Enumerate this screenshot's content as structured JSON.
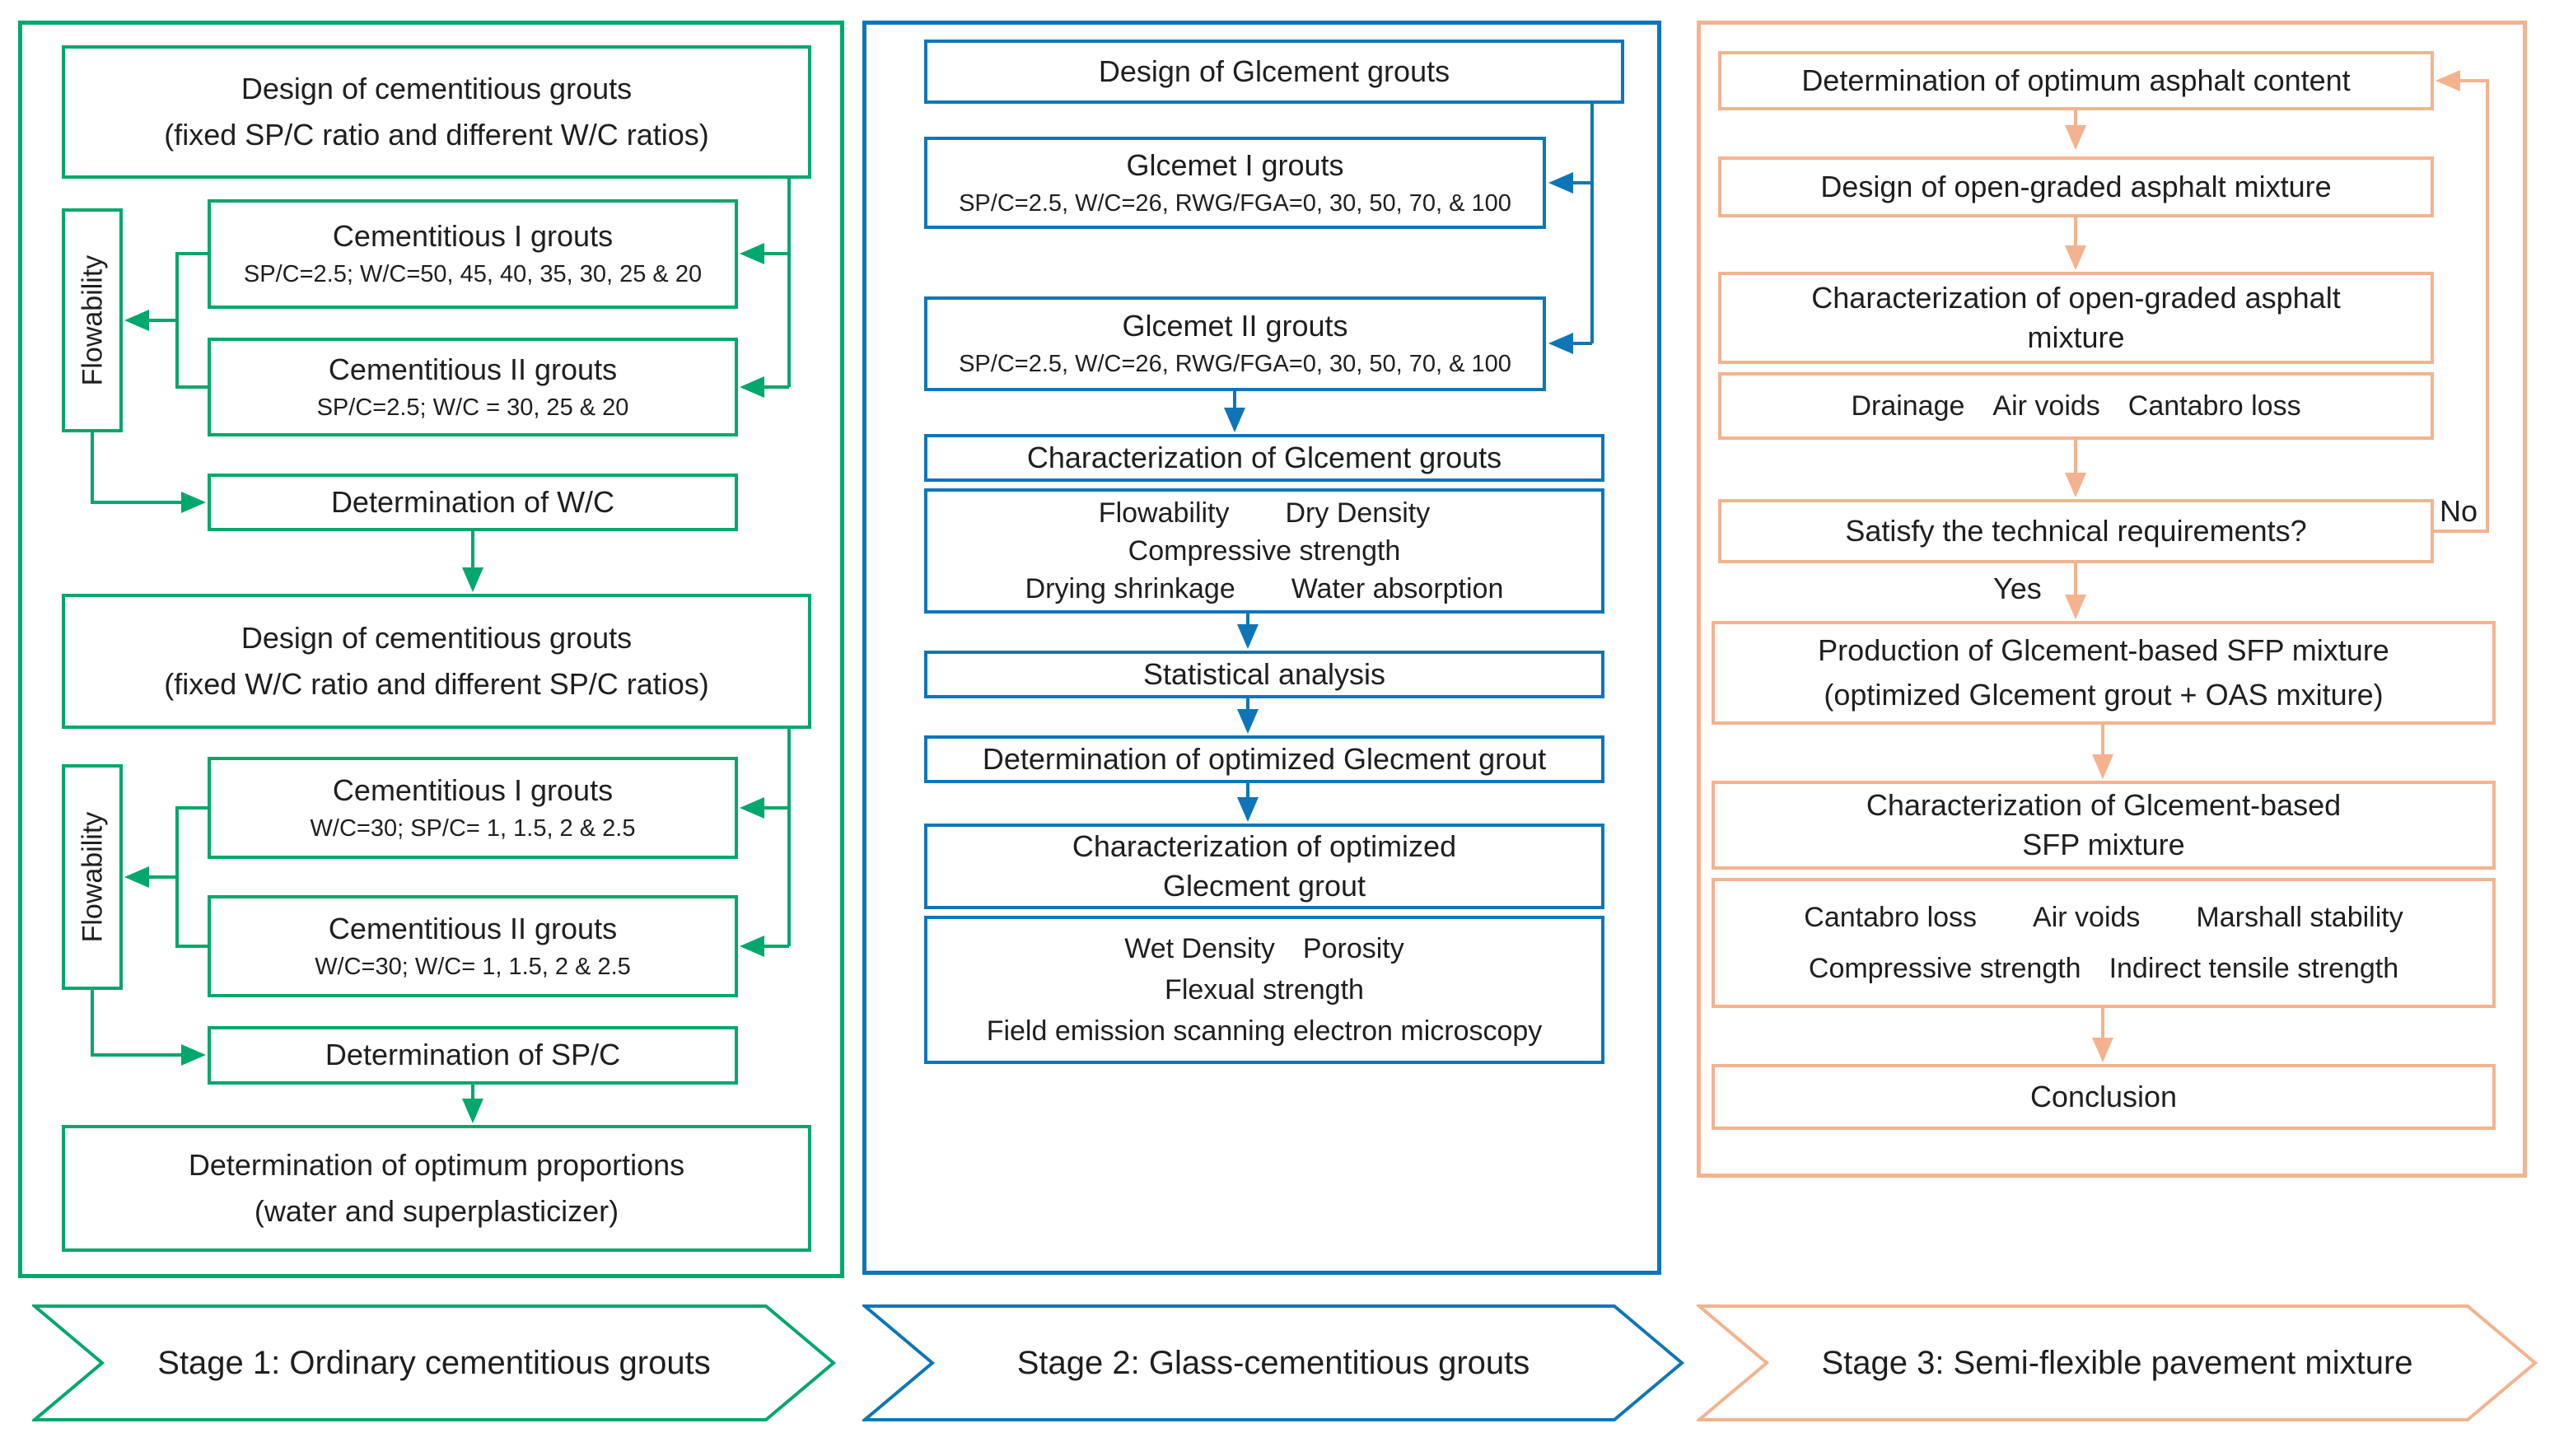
{
  "colors": {
    "stage1": "#00A86B",
    "stage2": "#0E76B8",
    "stage3": "#F4B38E",
    "ink": "#1F1F1F"
  },
  "stage1": {
    "banner": "Stage 1: Ordinary cementitious grouts",
    "design_a1": "Design of cementitious grouts",
    "design_a2": "(fixed SP/C ratio and different W/C ratios)",
    "flowability1": "Flowability",
    "cem1a_title": "Cementitious I grouts",
    "cem1a_sub": "SP/C=2.5; W/C=50, 45, 40, 35, 30, 25 & 20",
    "cem2a_title": "Cementitious II grouts",
    "cem2a_sub": "SP/C=2.5; W/C = 30, 25 & 20",
    "det_wc": "Determination of W/C",
    "design_b1": "Design of cementitious grouts",
    "design_b2": "(fixed W/C ratio and different SP/C ratios)",
    "flowability2": "Flowability",
    "cem1b_title": "Cementitious I grouts",
    "cem1b_sub": "W/C=30; SP/C= 1, 1.5, 2 & 2.5",
    "cem2b_title": "Cementitious II grouts",
    "cem2b_sub": "W/C=30; W/C= 1, 1.5, 2 & 2.5",
    "det_spc": "Determination of SP/C",
    "optimum1": "Determination of optimum proportions",
    "optimum2": "(water and superplasticizer)"
  },
  "stage2": {
    "banner": "Stage 2: Glass-cementitious grouts",
    "design": "Design of Glcement grouts",
    "g1_title": "Glcemet I grouts",
    "g1_sub": "SP/C=2.5, W/C=26, RWG/FGA=0, 30, 50, 70, & 100",
    "g2_title": "Glcemet II grouts",
    "g2_sub": "SP/C=2.5, W/C=26, RWG/FGA=0, 30, 50, 70, & 100",
    "characterization": "Characterization of Glcement grouts",
    "props1_l1": "Flowability  Dry Density",
    "props1_l2": "Compressive strength",
    "props1_l3": "Drying shrinkage  Water absorption",
    "statistical": "Statistical analysis",
    "det_opt": "Determination of optimized Glecment grout",
    "char_opt1": "Characterization of optimized",
    "char_opt2": "Glecment grout",
    "props2_l1": "Wet Density Porosity",
    "props2_l2": "Flexual strength",
    "props2_l3": "Field emission scanning electron microscopy"
  },
  "stage3": {
    "banner": "Stage 3: Semi-flexible pavement mixture",
    "det_asphalt": "Determination of optimum asphalt content",
    "design_oga": "Design of open-graded asphalt mixture",
    "char_oga1": "Characterization of open-graded asphalt",
    "char_oga2": "mixture",
    "props1": "Drainage Air voids Cantabro loss",
    "satisfy": "Satisfy the technical requirements?",
    "no_label": "No",
    "yes_label": "Yes",
    "production1": "Production of Glcement-based SFP mixture",
    "production2": "(optimized Glcement grout + OAS mxiture)",
    "char_sfp1": "Characterization of Glcement-based",
    "char_sfp2": "SFP mixture",
    "props2_l1": "Cantabro loss  Air voids  Marshall stability",
    "props2_l2": "Compressive strength Indirect tensile strength",
    "conclusion": "Conclusion"
  }
}
